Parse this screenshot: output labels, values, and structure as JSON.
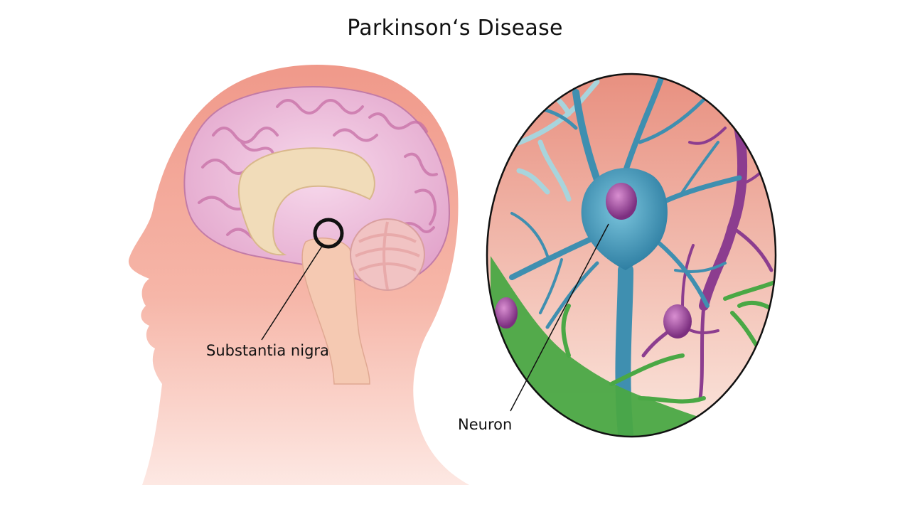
{
  "title": "Parkinson‘s Disease",
  "labels": {
    "substantia_nigra": "Substantia nigra",
    "neuron": "Neuron"
  },
  "colors": {
    "head_skin": "#f3a99a",
    "brain": "#e9b7d6",
    "corpus_callosum": "#f1dcb9",
    "neuron_blue": "#3f8fb0",
    "nucleus_purple": "#9a3f97",
    "glia_green": "#4aa845",
    "dendrite_purple": "#8c3d8f",
    "lightblue_glia": "#a8d4dc"
  }
}
